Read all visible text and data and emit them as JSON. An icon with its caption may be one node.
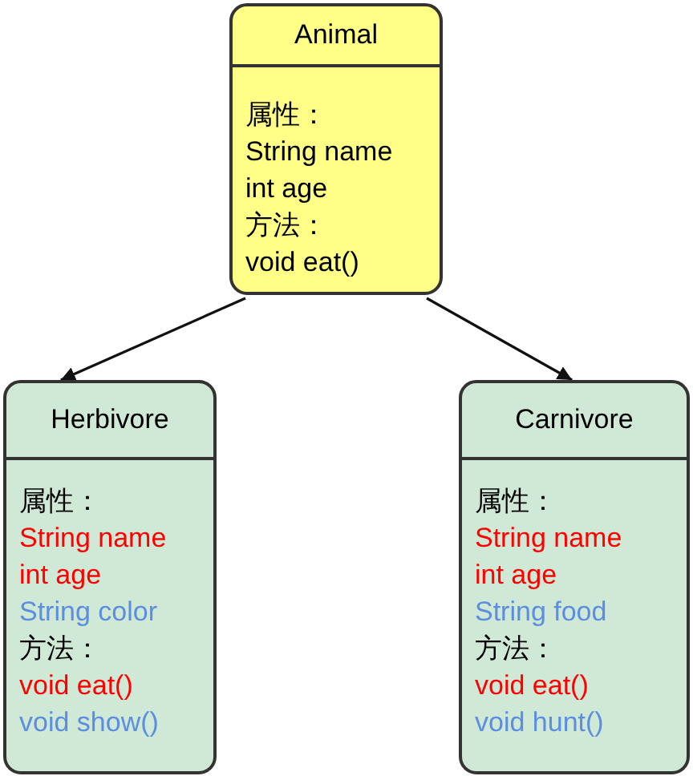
{
  "diagram": {
    "nodes": [
      {
        "text": [
          "Animal",
          "属性：",
          "String name",
          "int age",
          "方法：",
          "void eat()"
        ]
      },
      {
        "text": [
          "Herbivore",
          "属性：",
          "String name",
          "int age",
          "String color",
          "方法：",
          "void eat()",
          "void show()"
        ]
      },
      {
        "text": [
          "Carnivore",
          "属性：",
          "String name",
          "int age",
          "String food",
          "方法：",
          "void eat()",
          "void hunt()"
        ]
      }
    ],
    "edges": [
      {
        "from": 0,
        "to": 1,
        "arrow": "to"
      },
      {
        "from": 0,
        "to": 2,
        "arrow": "to"
      }
    ]
  }
}
